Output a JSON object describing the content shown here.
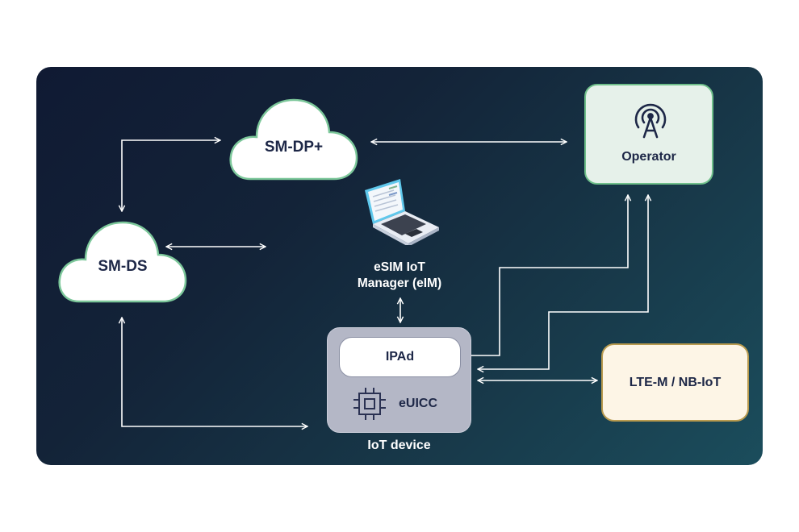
{
  "diagram": {
    "title": "",
    "nodes": {
      "sm_dp_plus": {
        "label": "SM-DP+",
        "shape": "cloud"
      },
      "sm_ds": {
        "label": "SM-DS",
        "shape": "cloud"
      },
      "operator": {
        "label": "Operator",
        "icon": "antenna-icon"
      },
      "eim": {
        "label_line1": "eSIM IoT",
        "label_line2": "Manager (eIM)",
        "icon": "laptop-icon"
      },
      "iot_device": {
        "label": "IoT device"
      },
      "ipad": {
        "label": "IPAd"
      },
      "euicc": {
        "label": "eUICC",
        "icon": "chip-icon"
      },
      "lte": {
        "label": "LTE-M / NB-IoT"
      }
    },
    "edges": [
      {
        "from": "SM-DP+",
        "to": "SM-DS",
        "type": "bidirectional-elbow"
      },
      {
        "from": "SM-DP+",
        "to": "Operator",
        "type": "bidirectional"
      },
      {
        "from": "SM-DS",
        "to": "eSIM IoT Manager (eIM)",
        "type": "bidirectional"
      },
      {
        "from": "SM-DS",
        "to": "IoT device",
        "type": "bidirectional-elbow"
      },
      {
        "from": "eSIM IoT Manager (eIM)",
        "to": "IoT device",
        "type": "bidirectional"
      },
      {
        "from": "Operator",
        "to": "IPAd",
        "type": "bidirectional-elbow"
      },
      {
        "from": "Operator",
        "to": "IoT device",
        "type": "bidirectional-elbow"
      },
      {
        "from": "IoT device",
        "to": "LTE-M / NB-IoT",
        "type": "bidirectional"
      }
    ],
    "colors": {
      "background_start": "#101a33",
      "background_end": "#1b4d5c",
      "cloud_fill": "#ffffff",
      "cloud_glow": "#6fbf8a",
      "operator_fill": "#e6f1ea",
      "lte_fill": "#fdf5e6",
      "device_fill": "#b4b7c6",
      "text_dark": "#1d2747",
      "arrow": "#ffffff"
    }
  }
}
